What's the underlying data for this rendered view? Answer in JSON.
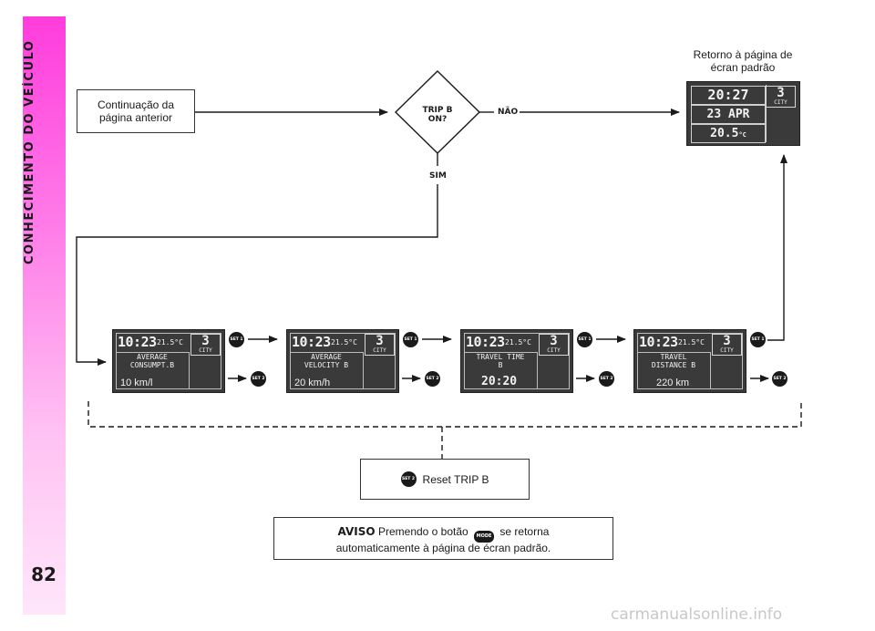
{
  "sidebar": {
    "title": "CONHECIMENTO DO VEÍCULO",
    "page_number": "82",
    "color": "#ff3cdc"
  },
  "flow": {
    "start_box": "Continuação da\npágina anterior",
    "decision": "TRIP B ON?",
    "no_label": "NÃO",
    "yes_label": "SIM",
    "return_label": "Retorno à página de\nécran padrão",
    "main_screen": {
      "time": "20:27",
      "date": "23 APR",
      "temp": "20.5",
      "temp_unit": "°C",
      "gear": "3",
      "mode": "CITY"
    },
    "screens": [
      {
        "time": "10:23",
        "temp": "21.5°C",
        "gear": "3",
        "mode": "CITY",
        "title": "AVERAGE\nCONSUMPT.B",
        "value": "10 km/l"
      },
      {
        "time": "10:23",
        "temp": "21.5°C",
        "gear": "3",
        "mode": "CITY",
        "title": "AVERAGE\nVELOCITY B",
        "value": "20 km/h"
      },
      {
        "time": "10:23",
        "temp": "21.5°C",
        "gear": "3",
        "mode": "CITY",
        "title": "TRAVEL TIME\nB",
        "value": "20:20"
      },
      {
        "time": "10:23",
        "temp": "21.5°C",
        "gear": "3",
        "mode": "CITY",
        "title": "TRAVEL\nDISTANCE B",
        "value": "220 km"
      }
    ],
    "set1_label": "SET 1",
    "set2_label": "SET 2",
    "reset_label": "Reset TRIP B"
  },
  "aviso": {
    "title": "AVISO",
    "text_before": "Premendo o botão",
    "button": "MODE",
    "text_after": "se retorna",
    "line2": "automaticamente à página de écran padrão."
  },
  "watermark": "carmanualsonline.info"
}
